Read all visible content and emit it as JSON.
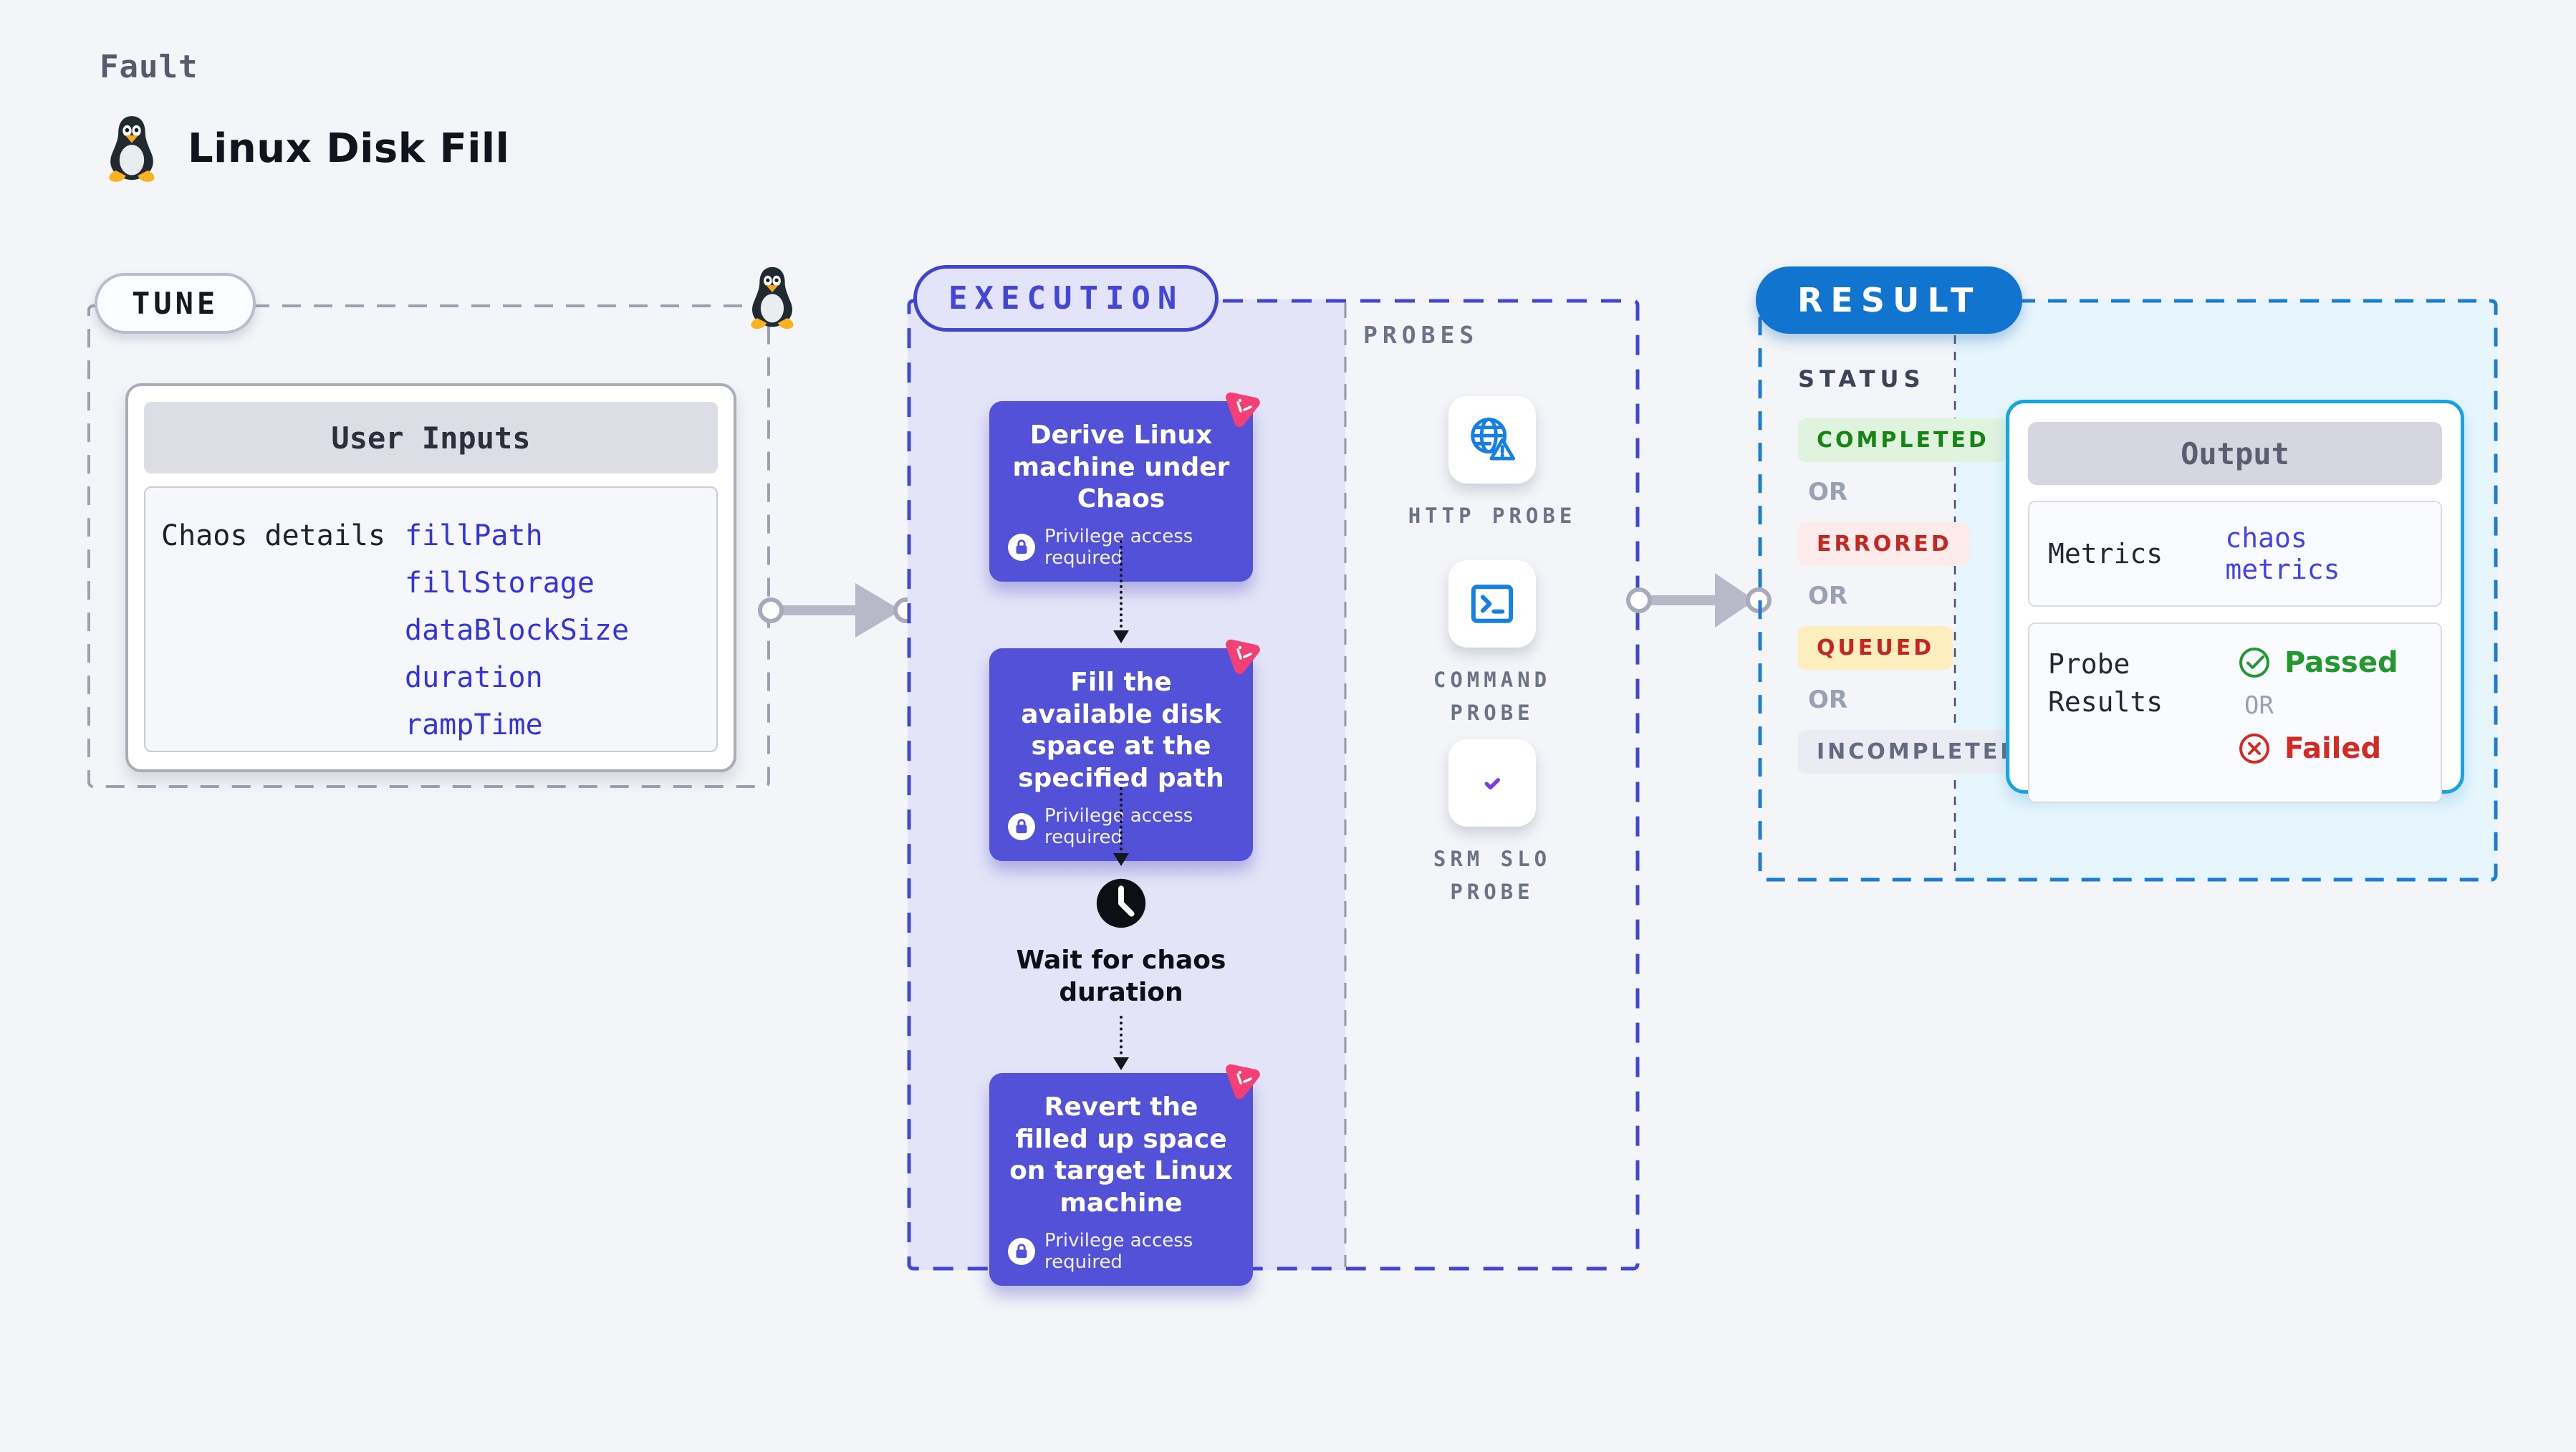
{
  "header": {
    "eyebrow": "Fault",
    "title": "Linux Disk Fill"
  },
  "tune": {
    "label": "TUNE",
    "user_inputs": {
      "header": "User Inputs",
      "row_label": "Chaos details",
      "values": [
        "fillPath",
        "fillStorage",
        "dataBlockSize",
        "duration",
        "rampTime"
      ]
    }
  },
  "execution": {
    "label": "EXECUTION",
    "steps": [
      {
        "title": "Derive Linux machine under Chaos",
        "badge": "Privilege access required"
      },
      {
        "title": "Fill the available disk space at the specified path",
        "badge": "Privilege access required"
      },
      {
        "title": "Revert the filled up space on target Linux machine",
        "badge": "Privilege access required"
      }
    ],
    "wait_step": "Wait for chaos duration"
  },
  "probes": {
    "label": "PROBES",
    "items": [
      {
        "icon": "globe-alert-icon",
        "label": "HTTP PROBE"
      },
      {
        "icon": "terminal-icon",
        "label": "COMMAND PROBE"
      },
      {
        "icon": "slo-donut-check-icon",
        "label": "SRM SLO PROBE"
      }
    ]
  },
  "result": {
    "label": "RESULT",
    "status": {
      "heading": "STATUS",
      "options": [
        "COMPLETED",
        "ERRORED",
        "QUEUED",
        "INCOMPLETED"
      ],
      "separator": "OR"
    },
    "output": {
      "header": "Output",
      "metrics_label": "Metrics",
      "metrics_value": "chaos metrics",
      "probe_results_label": "Probe Results",
      "passed_label": "Passed",
      "separator": "OR",
      "failed_label": "Failed"
    }
  },
  "colors": {
    "accent_indigo": "#4446d2",
    "card_purple": "#5351d8",
    "chaos_pink": "#f23f74",
    "result_blue": "#1175cf",
    "output_border_cyan": "#18a4e2",
    "probe_icon_blue": "#157fe3",
    "passed_green": "#23982f",
    "failed_red": "#d32b24",
    "link_blue": "#3434dd"
  }
}
